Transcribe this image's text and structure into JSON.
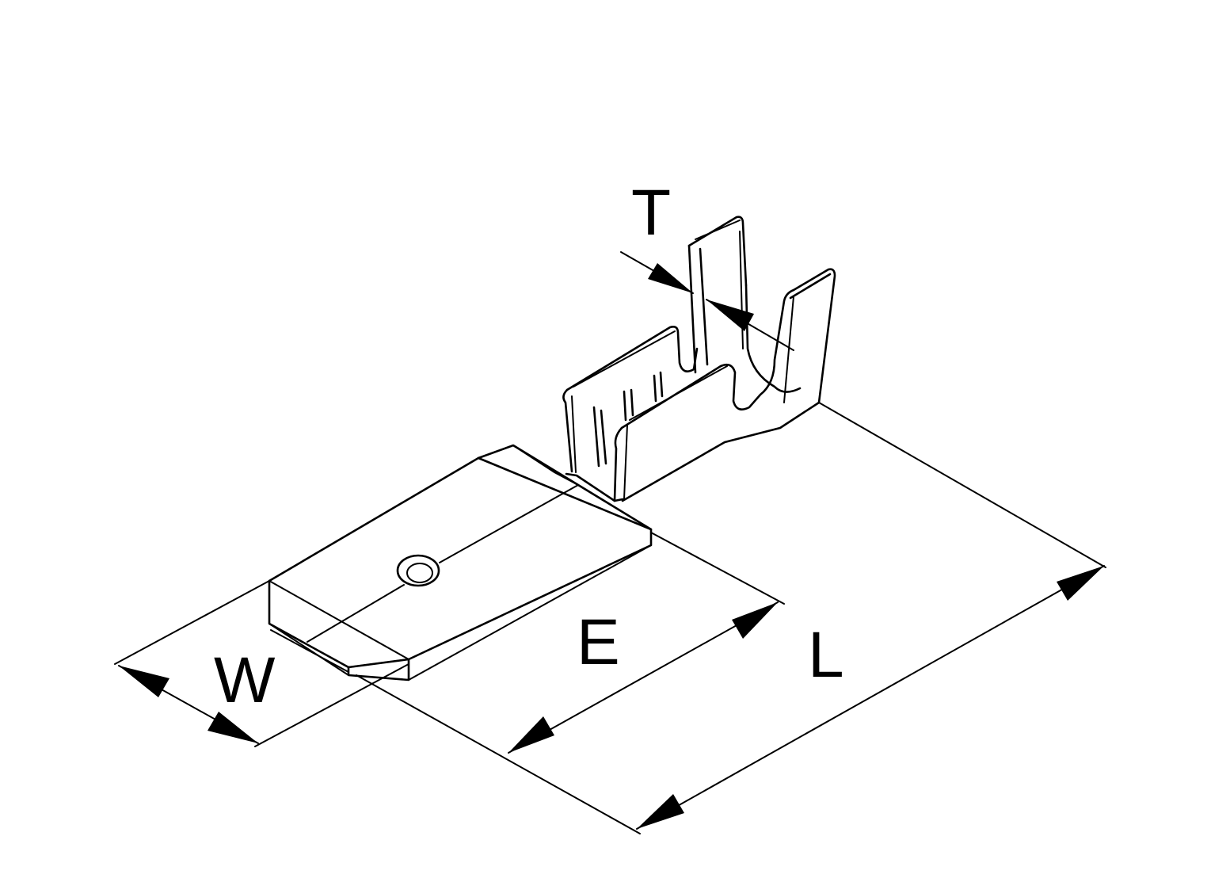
{
  "labels": {
    "thickness": "T",
    "width": "W",
    "tab_length": "E",
    "overall_length": "L"
  },
  "colors": {
    "line": "#000000",
    "background": "#ffffff"
  }
}
